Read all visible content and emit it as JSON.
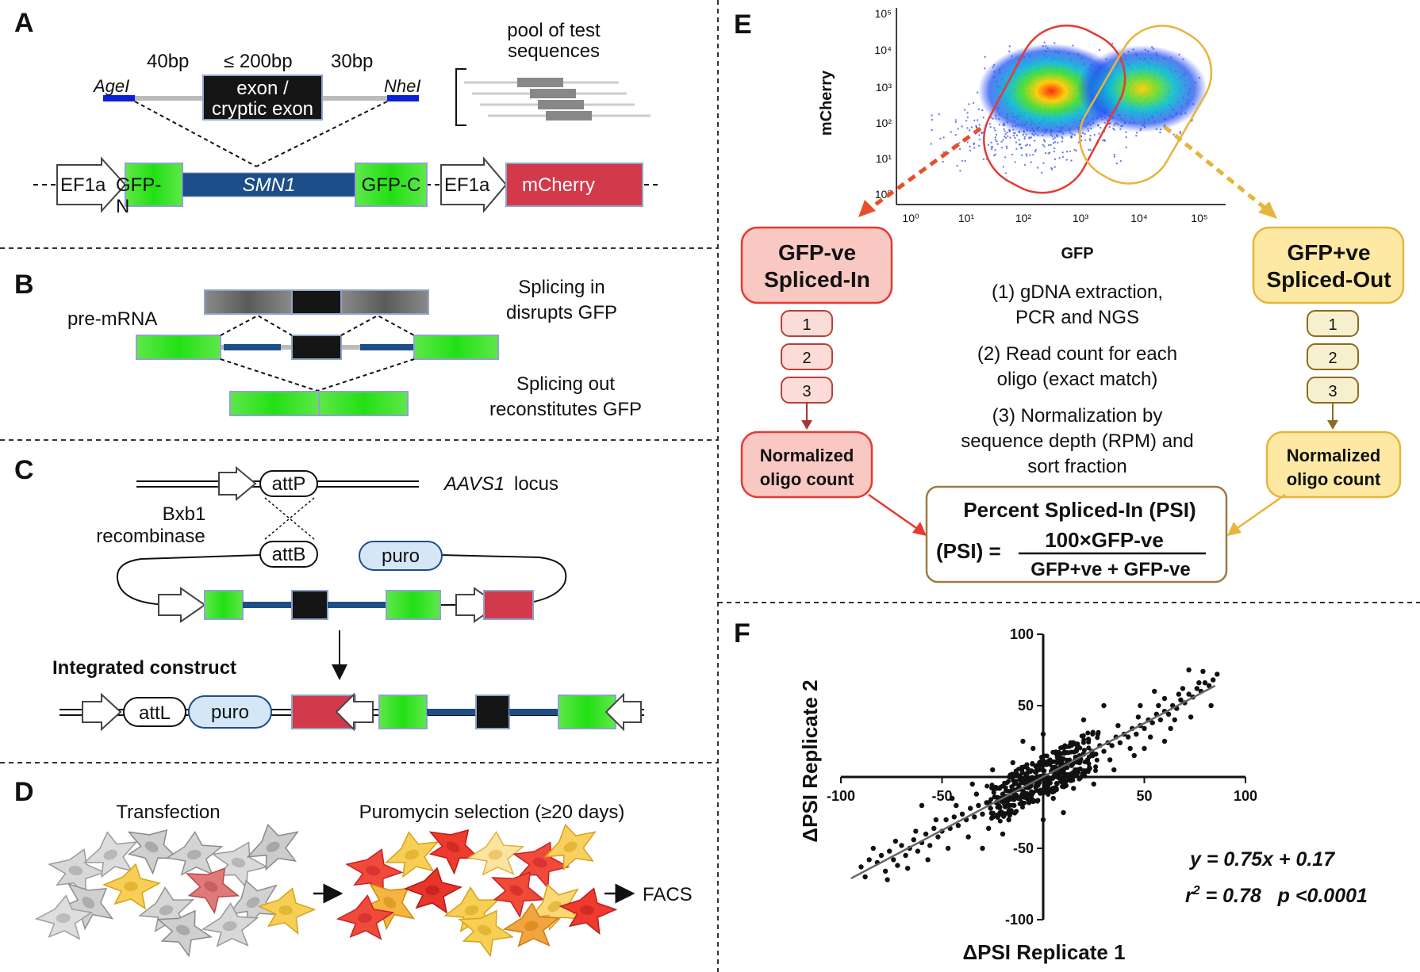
{
  "panels": {
    "A": "A",
    "B": "B",
    "C": "C",
    "D": "D",
    "E": "E",
    "F": "F"
  },
  "colors": {
    "gfp_green": "#39e81f",
    "mcherry_red": "#d2394a",
    "smn1_blue": "#1d4e89",
    "exon_black": "#151515",
    "restriction_blue": "#0a1fd6",
    "spliced_in_fill": "#f9c8c3",
    "spliced_in_stroke": "#e53a32",
    "spliced_out_fill": "#fde9a3",
    "spliced_out_stroke": "#e8b43a",
    "fit_text_red": "#c8202a",
    "puro_fill": "#d5e7f7"
  },
  "panel_a": {
    "len_left": "40bp",
    "len_mid": "≤ 200bp",
    "len_right": "30bp",
    "site_left": "AgeI",
    "site_right": "NheI",
    "exon_line1": "exon /",
    "exon_line2": "cryptic exon",
    "pool_line1": "pool of test",
    "pool_line2": "sequences",
    "promoter": "EF1a",
    "gfp_n_line1": "GFP-",
    "gfp_n_line2": "N",
    "smn1": "SMN1",
    "gfp_c": "GFP-C",
    "promoter2": "EF1a",
    "mcherry": "mCherry"
  },
  "panel_b": {
    "premrna": "pre-mRNA",
    "in_line1": "Splicing in",
    "in_line2": "disrupts GFP",
    "out_line1": "Splicing out",
    "out_line2": "reconstitutes GFP"
  },
  "panel_c": {
    "attp": "attP",
    "locus_name": "AAVS1",
    "locus_word": "locus",
    "bxb1_line1": "Bxb1",
    "bxb1_line2": "recombinase",
    "attb": "attB",
    "puro": "puro",
    "integrated": "Integrated construct",
    "attl": "attL",
    "puro2": "puro"
  },
  "panel_d": {
    "transfection": "Transfection",
    "selection": "Puromycin selection (≥20 days)",
    "facs": "FACS"
  },
  "panel_e": {
    "yaxis": "mCherry",
    "xaxis": "GFP",
    "ticks": [
      "10⁰",
      "10¹",
      "10²",
      "10³",
      "10⁴",
      "10⁵"
    ],
    "left_box_line1": "GFP-ve",
    "left_box_line2": "Spliced-In",
    "right_box_line1": "GFP+ve",
    "right_box_line2": "Spliced-Out",
    "steps": [
      "1",
      "2",
      "3"
    ],
    "step1_line1": "(1) gDNA extraction,",
    "step1_line2": "PCR and NGS",
    "step2_line1": "(2) Read count for each",
    "step2_line2": "oligo (exact match)",
    "step3_line1": "(3) Normalization by",
    "step3_line2": "sequence depth (RPM) and",
    "step3_line3": "sort fraction",
    "norm_line1": "Normalized",
    "norm_line2": "oligo count",
    "psi_title": "Percent Spliced-In (PSI)",
    "psi_lhs": "(PSI) =",
    "psi_num": "100×GFP-ve",
    "psi_den": "GFP+ve + GFP-ve"
  },
  "chart_data": {
    "type": "scatter",
    "title": "",
    "xlabel": "ΔPSI Replicate 1",
    "ylabel": "ΔPSI Replicate 2",
    "xlim": [
      -100,
      100
    ],
    "ylim": [
      -100,
      100
    ],
    "xticks": [
      -100,
      -50,
      50,
      100
    ],
    "yticks": [
      100,
      50,
      -50,
      -100
    ],
    "xtick_labels": [
      "-100",
      "-50",
      "50",
      "100"
    ],
    "ytick_labels": [
      "100",
      "50",
      "-50",
      "-100"
    ],
    "fit": {
      "slope": 0.75,
      "intercept": 0.17,
      "x_range": [
        -95,
        85
      ]
    },
    "fit_equation": "y = 0.75x + 0.17",
    "fit_r2_prefix": "r",
    "fit_r2_sup": "2",
    "fit_r2_rest": " = 0.78   p <0.0001",
    "grid": false,
    "points": [
      [
        -90,
        -63
      ],
      [
        -86,
        -58
      ],
      [
        -82,
        -60
      ],
      [
        -80,
        -55
      ],
      [
        -78,
        -66
      ],
      [
        -76,
        -52
      ],
      [
        -74,
        -58
      ],
      [
        -72,
        -62
      ],
      [
        -70,
        -48
      ],
      [
        -68,
        -55
      ],
      [
        -66,
        -50
      ],
      [
        -64,
        -44
      ],
      [
        -62,
        -52
      ],
      [
        -60,
        -46
      ],
      [
        -58,
        -40
      ],
      [
        -56,
        -48
      ],
      [
        -54,
        -36
      ],
      [
        -52,
        -42
      ],
      [
        -50,
        -38
      ],
      [
        -48,
        -30
      ],
      [
        -46,
        -36
      ],
      [
        -44,
        -28
      ],
      [
        -42,
        -34
      ],
      [
        -40,
        -26
      ],
      [
        -38,
        -30
      ],
      [
        -36,
        -22
      ],
      [
        -34,
        -28
      ],
      [
        -32,
        -20
      ],
      [
        -30,
        -26
      ],
      [
        -28,
        -18
      ],
      [
        -26,
        -22
      ],
      [
        -24,
        -14
      ],
      [
        -22,
        -20
      ],
      [
        -20,
        -12
      ],
      [
        -18,
        -16
      ],
      [
        -16,
        -10
      ],
      [
        -14,
        -12
      ],
      [
        -12,
        -6
      ],
      [
        -10,
        -10
      ],
      [
        -8,
        -4
      ],
      [
        -6,
        -6
      ],
      [
        -4,
        -2
      ],
      [
        -2,
        -4
      ],
      [
        0,
        0
      ],
      [
        2,
        -2
      ],
      [
        4,
        4
      ],
      [
        6,
        2
      ],
      [
        8,
        6
      ],
      [
        10,
        4
      ],
      [
        12,
        10
      ],
      [
        14,
        8
      ],
      [
        16,
        14
      ],
      [
        18,
        10
      ],
      [
        20,
        16
      ],
      [
        22,
        12
      ],
      [
        24,
        18
      ],
      [
        26,
        16
      ],
      [
        28,
        22
      ],
      [
        30,
        18
      ],
      [
        32,
        24
      ],
      [
        34,
        22
      ],
      [
        36,
        28
      ],
      [
        38,
        24
      ],
      [
        40,
        30
      ],
      [
        42,
        28
      ],
      [
        44,
        34
      ],
      [
        46,
        30
      ],
      [
        48,
        36
      ],
      [
        50,
        34
      ],
      [
        52,
        40
      ],
      [
        54,
        38
      ],
      [
        56,
        44
      ],
      [
        58,
        40
      ],
      [
        60,
        46
      ],
      [
        62,
        44
      ],
      [
        64,
        50
      ],
      [
        66,
        48
      ],
      [
        68,
        54
      ],
      [
        70,
        52
      ],
      [
        72,
        58
      ],
      [
        74,
        56
      ],
      [
        76,
        62
      ],
      [
        78,
        60
      ],
      [
        80,
        66
      ],
      [
        82,
        64
      ],
      [
        84,
        68
      ],
      [
        72,
        75
      ],
      [
        60,
        55
      ],
      [
        55,
        60
      ],
      [
        48,
        50
      ],
      [
        -15,
        10
      ],
      [
        -5,
        20
      ],
      [
        5,
        -15
      ],
      [
        15,
        -8
      ],
      [
        -25,
        5
      ],
      [
        25,
        -5
      ],
      [
        -35,
        -5
      ],
      [
        35,
        5
      ],
      [
        0,
        30
      ],
      [
        0,
        -30
      ],
      [
        -10,
        25
      ],
      [
        10,
        -25
      ],
      [
        20,
        40
      ],
      [
        -20,
        -40
      ],
      [
        -45,
        -15
      ],
      [
        45,
        15
      ],
      [
        -60,
        -20
      ],
      [
        60,
        25
      ],
      [
        30,
        50
      ],
      [
        -30,
        -50
      ],
      [
        -88,
        -70
      ],
      [
        -84,
        -50
      ],
      [
        -77,
        -72
      ],
      [
        -73,
        -45
      ],
      [
        -67,
        -64
      ],
      [
        -63,
        -38
      ],
      [
        -57,
        -58
      ],
      [
        -53,
        -30
      ],
      [
        -47,
        -50
      ],
      [
        -43,
        -20
      ],
      [
        -37,
        -42
      ],
      [
        -33,
        -12
      ],
      [
        -27,
        -36
      ],
      [
        -23,
        -8
      ],
      [
        -17,
        -30
      ],
      [
        -13,
        2
      ],
      [
        -7,
        -18
      ],
      [
        -3,
        8
      ],
      [
        3,
        -10
      ],
      [
        7,
        14
      ],
      [
        13,
        -2
      ],
      [
        17,
        22
      ],
      [
        23,
        6
      ],
      [
        27,
        30
      ],
      [
        33,
        12
      ],
      [
        37,
        36
      ],
      [
        43,
        20
      ],
      [
        47,
        42
      ],
      [
        53,
        28
      ],
      [
        57,
        50
      ],
      [
        63,
        34
      ],
      [
        67,
        58
      ],
      [
        73,
        42
      ],
      [
        77,
        66
      ],
      [
        83,
        50
      ],
      [
        86,
        72
      ],
      [
        79,
        74
      ],
      [
        69,
        62
      ],
      [
        65,
        40
      ],
      [
        50,
        20
      ]
    ]
  }
}
